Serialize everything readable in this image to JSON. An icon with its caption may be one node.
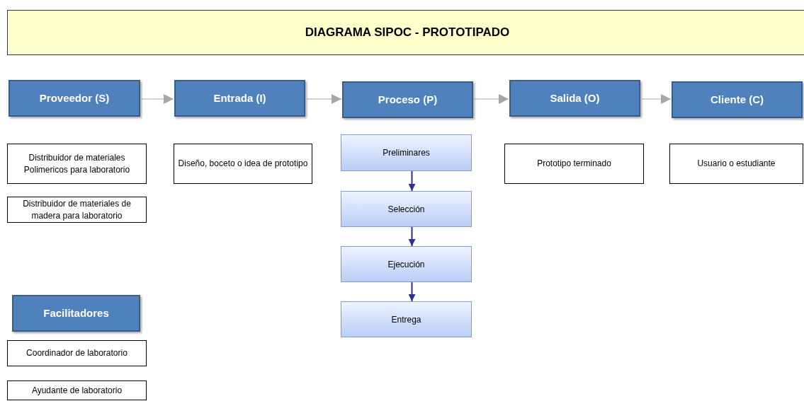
{
  "diagram": {
    "title": "DIAGRAMA SIPOC - PROTOTIPADO",
    "nodes": [
      {
        "text": [
          "Proveedor (S)"
        ]
      },
      {
        "text": [
          "Entrada (I)"
        ]
      },
      {
        "text": [
          "Proceso (P)"
        ]
      },
      {
        "text": [
          "Salida (O)"
        ]
      },
      {
        "text": [
          "Cliente (C)"
        ]
      },
      {
        "text": [
          "Distribuidor de materiales Polimericos para laboratorio"
        ]
      },
      {
        "text": [
          "Diseño, boceto o idea de prototipo"
        ]
      },
      {
        "text": [
          "Preliminares"
        ]
      },
      {
        "text": [
          "Prototipo terminado"
        ]
      },
      {
        "text": [
          "Usuario o estudiante"
        ]
      },
      {
        "text": [
          "Distribuidor de materiales de madera para laboratorio"
        ]
      },
      {
        "text": [
          "Selección"
        ]
      },
      {
        "text": [
          "Ejecución"
        ]
      },
      {
        "text": [
          "Entrega"
        ]
      },
      {
        "text": [
          "Facilitadores"
        ]
      },
      {
        "text": [
          "Coordinador de laboratorio"
        ]
      },
      {
        "text": [
          "Ayudante de laboratorio"
        ]
      }
    ],
    "edges": [
      {
        "from": 0,
        "to": 1,
        "arrow": "to"
      },
      {
        "from": 1,
        "to": 2,
        "arrow": "to"
      },
      {
        "from": 2,
        "to": 3,
        "arrow": "to"
      },
      {
        "from": 3,
        "to": 4,
        "arrow": "to"
      },
      {
        "from": 7,
        "to": 11,
        "arrow": "to",
        "color": "#2e3192"
      },
      {
        "from": 11,
        "to": 12,
        "arrow": "to",
        "color": "#2e3192"
      },
      {
        "from": 12,
        "to": 13,
        "arrow": "to",
        "color": "#2e3192"
      }
    ]
  }
}
